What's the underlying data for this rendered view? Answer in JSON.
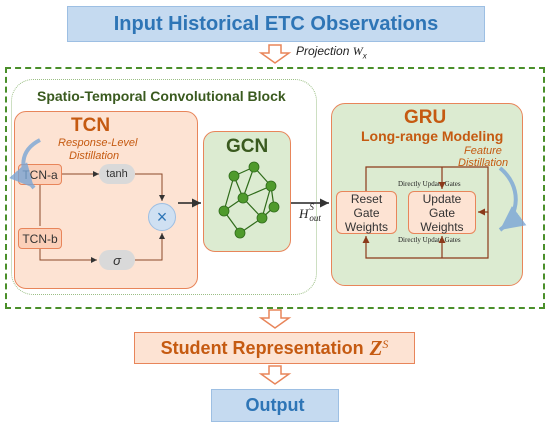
{
  "title_box": "Input Historical ETC Observations",
  "projection": {
    "label": "Projection",
    "symbol": "W",
    "subscript": "x"
  },
  "stcb": {
    "title": "Spatio-Temporal Convolutional Block"
  },
  "tcn": {
    "title": "TCN",
    "distill_line1": "Response-Level",
    "distill_line2": "Distillation",
    "tcn_a": "TCN-a",
    "tcn_b": "TCN-b",
    "tanh": "tanh",
    "sigma": "σ",
    "multiply": "×"
  },
  "gcn": {
    "title": "GCN"
  },
  "h_out": {
    "symbol": "H",
    "sup": "S",
    "sub": "out"
  },
  "gru": {
    "title": "GRU",
    "subtitle": "Long-range Modeling",
    "feature_line1": "Feature",
    "feature_line2": "Distillation",
    "reset_line1": "Reset Gate",
    "reset_line2": "Weights",
    "update_line1": "Update Gate",
    "update_line2": "Weights",
    "direct_top": "Directly Update Gates",
    "direct_bottom": "Directly Update Gates"
  },
  "student": {
    "label": "Student Representation",
    "symbol": "Z",
    "sup": "S"
  },
  "output": "Output",
  "colors": {
    "blue_box_fill": "#c5daf0",
    "blue_text": "#2e75b6",
    "orange_fill": "#fde3d3",
    "orange_border": "#e8855a",
    "orange_text": "#c55a11",
    "green_fill": "#dcebd1",
    "green_border": "#70ad47",
    "dark_green_title": "#3a5a1f",
    "node_green": "#4f9a2c",
    "dashed_green": "#4a8f2a",
    "circle_blue": "#cfe0f2"
  }
}
